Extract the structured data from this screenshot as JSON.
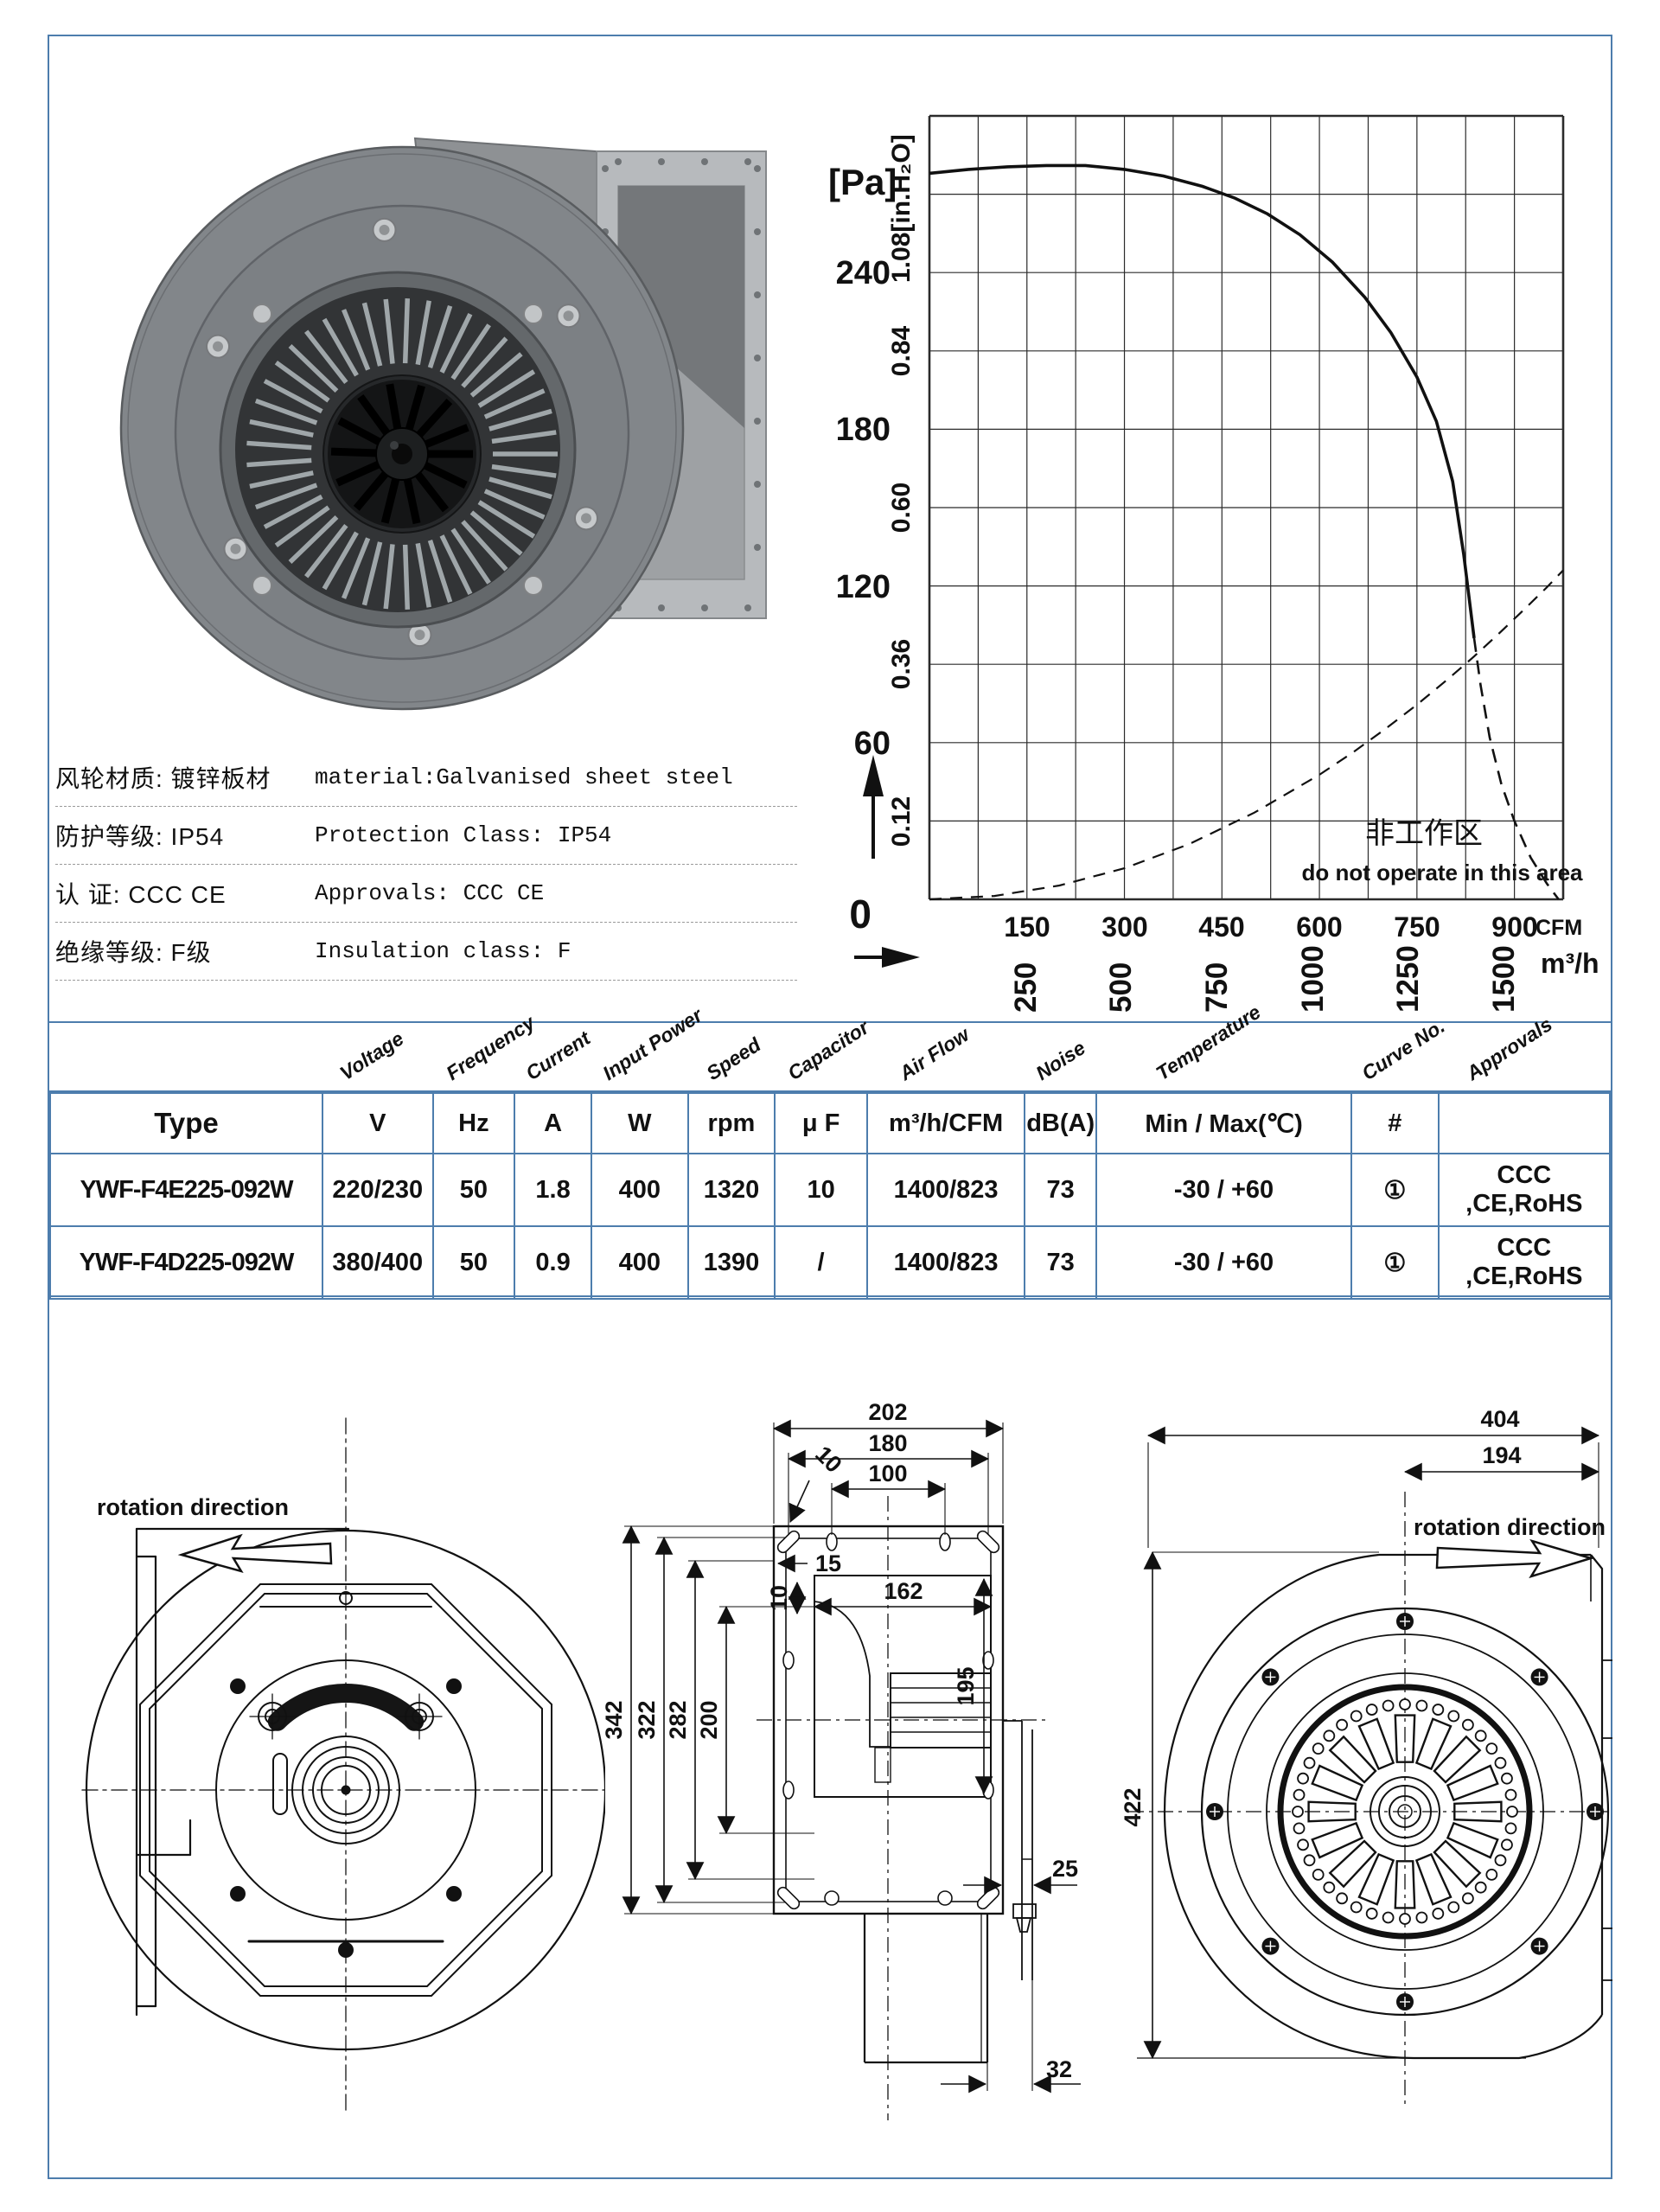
{
  "specs": {
    "rows": [
      {
        "zh": "风轮材质: 镀锌板材",
        "en": "material:Galvanised sheet steel"
      },
      {
        "zh": "防护等级: IP54",
        "en": "Protection Class: IP54"
      },
      {
        "zh": "认    证: CCC CE",
        "en": "Approvals: CCC  CE"
      },
      {
        "zh": "绝缘等级: F级",
        "en": "Insulation class: F"
      }
    ]
  },
  "chart_data": {
    "type": "line",
    "pressure_unit_label": "[Pa]",
    "inh2o_top_label": "1.08[in.H₂O]",
    "pa_ticks": [
      "240",
      "180",
      "120",
      "60"
    ],
    "origin_label": "0",
    "inh2o_ticks": [
      "0.84",
      "0.60",
      "0.36",
      "0.12"
    ],
    "x_cfm_ticks": [
      "150",
      "300",
      "450",
      "600",
      "750",
      "900"
    ],
    "x_cfm_unit": "CFM",
    "x_m3h_ticks": [
      "250",
      "500",
      "750",
      "1000",
      "1250",
      "1500"
    ],
    "x_m3h_unit": "m³/h",
    "x_range_cfm": [
      0,
      975
    ],
    "y_range_pa": [
      0,
      300
    ],
    "grid": {
      "cols": 13,
      "rows": 10,
      "grid_on": true
    },
    "annotation_zh": "非工作区",
    "annotation_en": "do not operate in this area",
    "series": [
      {
        "name": "fan pressure curve (operating, solid)",
        "style": "solid",
        "points_cfm_pa": [
          [
            0,
            278
          ],
          [
            60,
            279.5
          ],
          [
            120,
            280.5
          ],
          [
            180,
            281
          ],
          [
            240,
            281
          ],
          [
            300,
            279.5
          ],
          [
            360,
            277
          ],
          [
            420,
            273
          ],
          [
            470,
            268.5
          ],
          [
            520,
            262.5
          ],
          [
            570,
            254.5
          ],
          [
            620,
            244
          ],
          [
            670,
            230.5
          ],
          [
            710,
            217
          ],
          [
            750,
            200
          ],
          [
            780,
            183
          ],
          [
            805,
            160
          ],
          [
            822,
            132
          ],
          [
            832,
            112
          ],
          [
            838,
            100
          ]
        ]
      },
      {
        "name": "fan pressure curve (stall region, dashed)",
        "style": "dashed",
        "points_cfm_pa": [
          [
            838,
            100
          ],
          [
            848,
            82
          ],
          [
            862,
            62
          ],
          [
            880,
            44
          ],
          [
            900,
            30
          ],
          [
            925,
            16
          ],
          [
            950,
            6
          ],
          [
            968,
            0
          ]
        ]
      },
      {
        "name": "system resistance boundary curve",
        "style": "dashed",
        "points_cfm_pa": [
          [
            0,
            0
          ],
          [
            100,
            1.3
          ],
          [
            200,
            5.3
          ],
          [
            300,
            11.9
          ],
          [
            400,
            21.2
          ],
          [
            500,
            33.2
          ],
          [
            600,
            47.7
          ],
          [
            650,
            56
          ],
          [
            700,
            65
          ],
          [
            750,
            74.5
          ],
          [
            800,
            84.8
          ],
          [
            838,
            93
          ],
          [
            875,
            101.5
          ],
          [
            915,
            111
          ],
          [
            950,
            119.5
          ],
          [
            975,
            126
          ]
        ]
      }
    ]
  },
  "table": {
    "diagonal_headers": [
      "Voltage",
      "Frequency",
      "Current",
      "Input Power",
      "Speed",
      "Capacitor",
      "Air Flow",
      "Noise",
      "Temperature",
      "Curve No.",
      "Approvals"
    ],
    "unit_row": [
      "Type",
      "V",
      "Hz",
      "A",
      "W",
      "rpm",
      "μ F",
      "m³/h/CFM",
      "dB(A)",
      "Min / Max(℃)",
      "#",
      ""
    ],
    "rows": [
      {
        "cells": [
          "YWF-F4E225-092W",
          "220/230",
          "50",
          "1.8",
          "400",
          "1320",
          "10",
          "1400/823",
          "73",
          "-30 / +60",
          "①",
          "CCC ,CE,RoHS"
        ]
      },
      {
        "cells": [
          "YWF-F4D225-092W",
          "380/400",
          "50",
          "0.9",
          "400",
          "1390",
          "/",
          "1400/823",
          "73",
          "-30 / +60",
          "①",
          "CCC ,CE,RoHS"
        ]
      }
    ]
  },
  "drawings": {
    "front_view": {
      "rotation_label": "rotation direction"
    },
    "side_view": {
      "dim_202": "202",
      "dim_180": "180",
      "dim_100": "100",
      "dim_10_slot": "10",
      "dim_15": "15",
      "dim_10_offset": "10",
      "dim_162": "162",
      "dim_195": "195",
      "dim_342": "342",
      "dim_322": "322",
      "dim_282": "282",
      "dim_200": "200",
      "dim_25": "25",
      "dim_32": "32"
    },
    "volute_view": {
      "rotation_label": "rotation direction",
      "dim_404": "404",
      "dim_194": "194",
      "dim_422": "422"
    }
  },
  "colors": {
    "frame_blue": "#4d7dad",
    "line_black": "#111111"
  }
}
